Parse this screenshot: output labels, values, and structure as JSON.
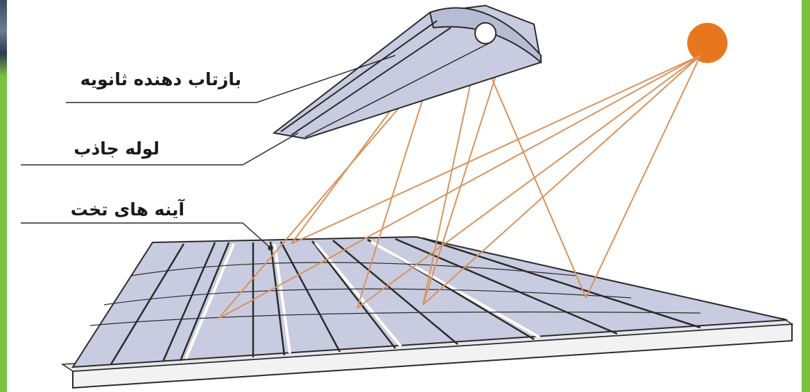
{
  "labels": {
    "secondary_reflector": "بازتاب دهنده ثانویه",
    "absorber_tube": "لوله جاذب",
    "flat_mirrors": "آینه های تخت"
  },
  "colors": {
    "border": "#7ac143",
    "sun": "#e8761e",
    "ray": "#d9925a",
    "mirror_fill": "#c9cce0",
    "line": "#2a2a2a"
  }
}
